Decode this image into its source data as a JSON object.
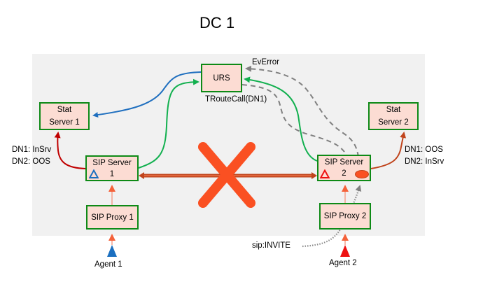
{
  "title": "DC 1",
  "nodes": {
    "urs": "URS",
    "stat_server_1": {
      "line1": "Stat",
      "line2": "Server 1"
    },
    "stat_server_2": {
      "line1": "Stat",
      "line2": "Server 2"
    },
    "sip_server_1": {
      "name": "SIP Server",
      "number": "1"
    },
    "sip_server_2": {
      "name": "SIP Server",
      "number": "2"
    },
    "sip_proxy_1": "SIP Proxy 1",
    "sip_proxy_2": "SIP Proxy 2",
    "agent_1": "Agent 1",
    "agent_2": "Agent 2"
  },
  "labels": {
    "ev_error": "EvError",
    "troute_call": "TRouteCall(DN1)",
    "sip_invite": "sip:INVITE",
    "left_status": {
      "dn1": "DN1: InSrv",
      "dn2": "DN2: OOS"
    },
    "right_status": {
      "dn1": "DN1: OOS",
      "dn2": "DN2: InSrv"
    }
  },
  "colors": {
    "panel_bg": "#f1f1f1",
    "box_fill": "#fcdcd3",
    "box_border": "#0e8a16",
    "blue_link": "#1f6fbf",
    "green_link": "#12b04f",
    "red_link_left": "#c00000",
    "red_link_right": "#c0441c",
    "orange_link": "#f4623a",
    "x_mark": "#fa5022",
    "dashed_gray": "#808080",
    "agent_1": "#1b6fc0",
    "agent_2": "#ee1111"
  }
}
